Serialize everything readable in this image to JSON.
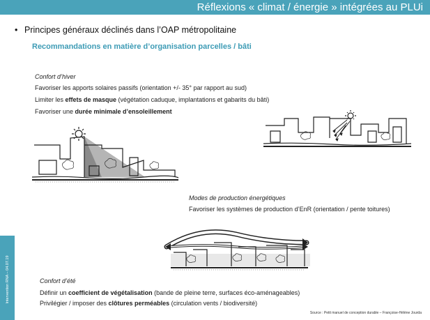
{
  "header": {
    "title": "Réflexions « climat / énergie » intégrées au PLUi"
  },
  "bullet": {
    "text": "Principes généraux déclinés dans l’OAP métropolitaine"
  },
  "subtitle": "Recommandations en matière d’organisation parcelles / bâti",
  "winter": {
    "title": "Confort d’hiver",
    "line1": "Favoriser les apports solaires passifs (orientation +/- 35° par rapport au sud)",
    "line2_pre": "Limiter les ",
    "line2_bold": "effets de masque",
    "line2_post": " (végétation caduque, implantations et gabarits du bâti)",
    "line3_pre": "Favoriser une ",
    "line3_bold": "durée minimale d’ensoleillement"
  },
  "energy": {
    "title": "Modes de production énergétiques",
    "line1": "Favoriser les systèmes de production d’EnR (orientation / pente toitures)"
  },
  "summer": {
    "title": "Confort d’été",
    "line1_pre": "Définir un ",
    "line1_bold": "coefficient de végétalisation",
    "line1_post": " (bande de pleine terre, surfaces éco-aménageables)",
    "line2_pre": "Privilégier / imposer des ",
    "line2_bold": "clôtures perméables",
    "line2_post": " (circulation vents / biodiversité)"
  },
  "sidebar": {
    "text": "Intervention RNA – 04.07.19"
  },
  "source": "Source : Petit manuel de conception durable – Françoise-Hélène Jourda",
  "colors": {
    "accent": "#4aa3ba",
    "subtitle": "#3d9bb5"
  },
  "illustrations": [
    "sun-shadow-sketch",
    "sun-rays-sketch",
    "wind-flow-sketch"
  ]
}
